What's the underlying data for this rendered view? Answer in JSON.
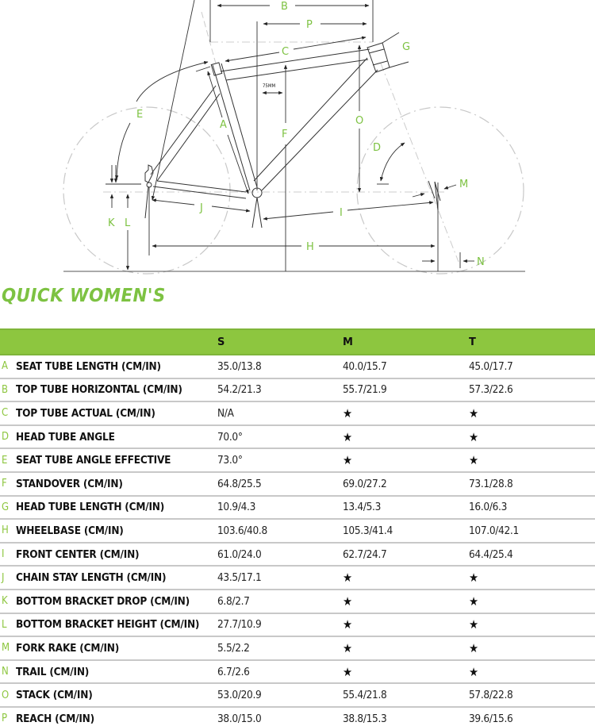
{
  "diagram": {
    "labels": {
      "A": "A",
      "B": "B",
      "C": "C",
      "D": "D",
      "E": "E",
      "F": "F",
      "G": "G",
      "H": "H",
      "I": "I",
      "J": "J",
      "K": "K",
      "L": "L",
      "M": "M",
      "N": "N",
      "O": "O",
      "P": "P"
    },
    "offset_note": "75MM",
    "label_color": "#7dc242",
    "line_color": "#333333",
    "wheel_color": "#cccccc"
  },
  "title": "QUICK WOMEN'S",
  "table": {
    "header_color": "#8dc63f",
    "columns": [
      "",
      "",
      "S",
      "M",
      "T"
    ],
    "rows": [
      {
        "letter": "A",
        "label": "SEAT TUBE LENGTH (CM/IN)",
        "s": "35.0/13.8",
        "m": "40.0/15.7",
        "t": "45.0/17.7"
      },
      {
        "letter": "B",
        "label": "TOP TUBE HORIZONTAL (CM/IN)",
        "s": "54.2/21.3",
        "m": "55.7/21.9",
        "t": "57.3/22.6"
      },
      {
        "letter": "C",
        "label": "TOP TUBE ACTUAL (CM/IN)",
        "s": "N/A",
        "m": "★",
        "t": "★"
      },
      {
        "letter": "D",
        "label": "HEAD TUBE ANGLE",
        "s": "70.0°",
        "m": "★",
        "t": "★"
      },
      {
        "letter": "E",
        "label": "SEAT TUBE ANGLE EFFECTIVE",
        "s": "73.0°",
        "m": "★",
        "t": "★"
      },
      {
        "letter": "F",
        "label": "STANDOVER (CM/IN)",
        "s": "64.8/25.5",
        "m": "69.0/27.2",
        "t": "73.1/28.8"
      },
      {
        "letter": "G",
        "label": "HEAD TUBE LENGTH (CM/IN)",
        "s": "10.9/4.3",
        "m": "13.4/5.3",
        "t": "16.0/6.3"
      },
      {
        "letter": "H",
        "label": "WHEELBASE (CM/IN)",
        "s": "103.6/40.8",
        "m": "105.3/41.4",
        "t": "107.0/42.1"
      },
      {
        "letter": "I",
        "label": "FRONT CENTER (CM/IN)",
        "s": "61.0/24.0",
        "m": "62.7/24.7",
        "t": "64.4/25.4"
      },
      {
        "letter": "J",
        "label": "CHAIN STAY LENGTH (CM/IN)",
        "s": "43.5/17.1",
        "m": "★",
        "t": "★"
      },
      {
        "letter": "K",
        "label": "BOTTOM BRACKET DROP (CM/IN)",
        "s": "6.8/2.7",
        "m": "★",
        "t": "★"
      },
      {
        "letter": "L",
        "label": "BOTTOM BRACKET HEIGHT (CM/IN)",
        "s": "27.7/10.9",
        "m": "★",
        "t": "★"
      },
      {
        "letter": "M",
        "label": "FORK RAKE (CM/IN)",
        "s": "5.5/2.2",
        "m": "★",
        "t": "★"
      },
      {
        "letter": "N",
        "label": "TRAIL (CM/IN)",
        "s": "6.7/2.6",
        "m": "★",
        "t": "★"
      },
      {
        "letter": "O",
        "label": "STACK (CM/IN)",
        "s": "53.0/20.9",
        "m": "55.4/21.8",
        "t": "57.8/22.8"
      },
      {
        "letter": "P",
        "label": "REACH (CM/IN)",
        "s": "38.0/15.0",
        "m": "38.8/15.3",
        "t": "39.6/15.6"
      }
    ]
  }
}
